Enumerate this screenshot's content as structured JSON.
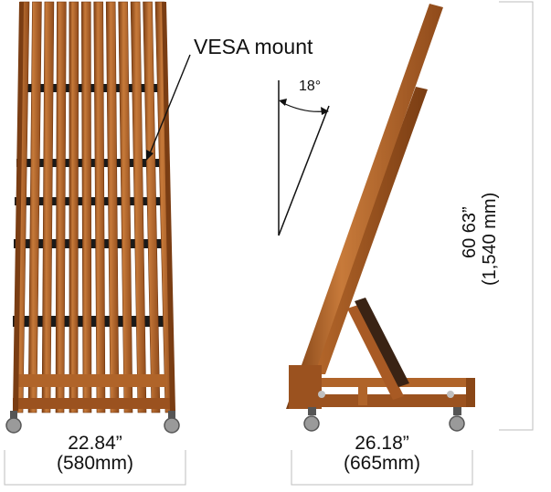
{
  "labels": {
    "vesa": "VESA mount",
    "angle": "18°",
    "width_in": "22.84”",
    "width_mm": "(580mm)",
    "depth_in": "26.18”",
    "depth_mm": "(665mm)",
    "height_in": "60 63”",
    "height_mm": "(1,540 mm)"
  },
  "colors": {
    "wood": "#a85a24",
    "wood_dark": "#7a3d13",
    "wood_light": "#c77a3a",
    "rail": "#1a1a1a",
    "dimension_line": "#bdbdbd",
    "caster": "#9a9a9a"
  }
}
